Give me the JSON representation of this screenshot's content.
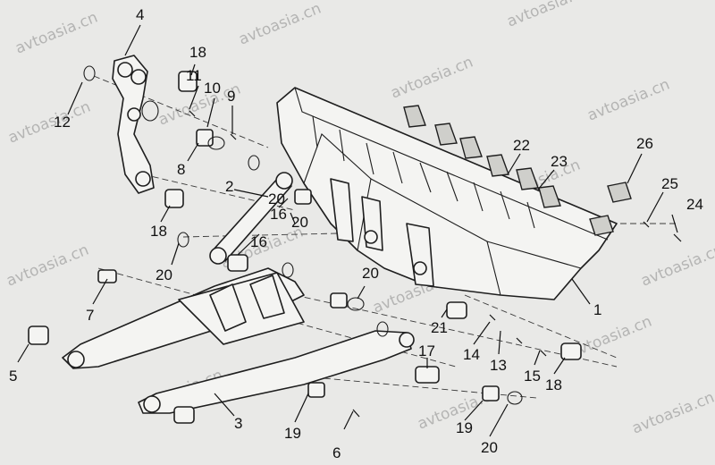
{
  "watermark": "avtoasia.cn",
  "callouts": [
    {
      "label": "1"
    },
    {
      "label": "2"
    },
    {
      "label": "3"
    },
    {
      "label": "4"
    },
    {
      "label": "5"
    },
    {
      "label": "6"
    },
    {
      "label": "7"
    },
    {
      "label": "8"
    },
    {
      "label": "9"
    },
    {
      "label": "10"
    },
    {
      "label": "11"
    },
    {
      "label": "12"
    },
    {
      "label": "13"
    },
    {
      "label": "14"
    },
    {
      "label": "15"
    },
    {
      "label": "16"
    },
    {
      "label": "16"
    },
    {
      "label": "17"
    },
    {
      "label": "18"
    },
    {
      "label": "18"
    },
    {
      "label": "18"
    },
    {
      "label": "19"
    },
    {
      "label": "19"
    },
    {
      "label": "20"
    },
    {
      "label": "20"
    },
    {
      "label": "20"
    },
    {
      "label": "20"
    },
    {
      "label": "20"
    },
    {
      "label": "21"
    },
    {
      "label": "22"
    },
    {
      "label": "23"
    },
    {
      "label": "24"
    },
    {
      "label": "25"
    },
    {
      "label": "26"
    }
  ]
}
